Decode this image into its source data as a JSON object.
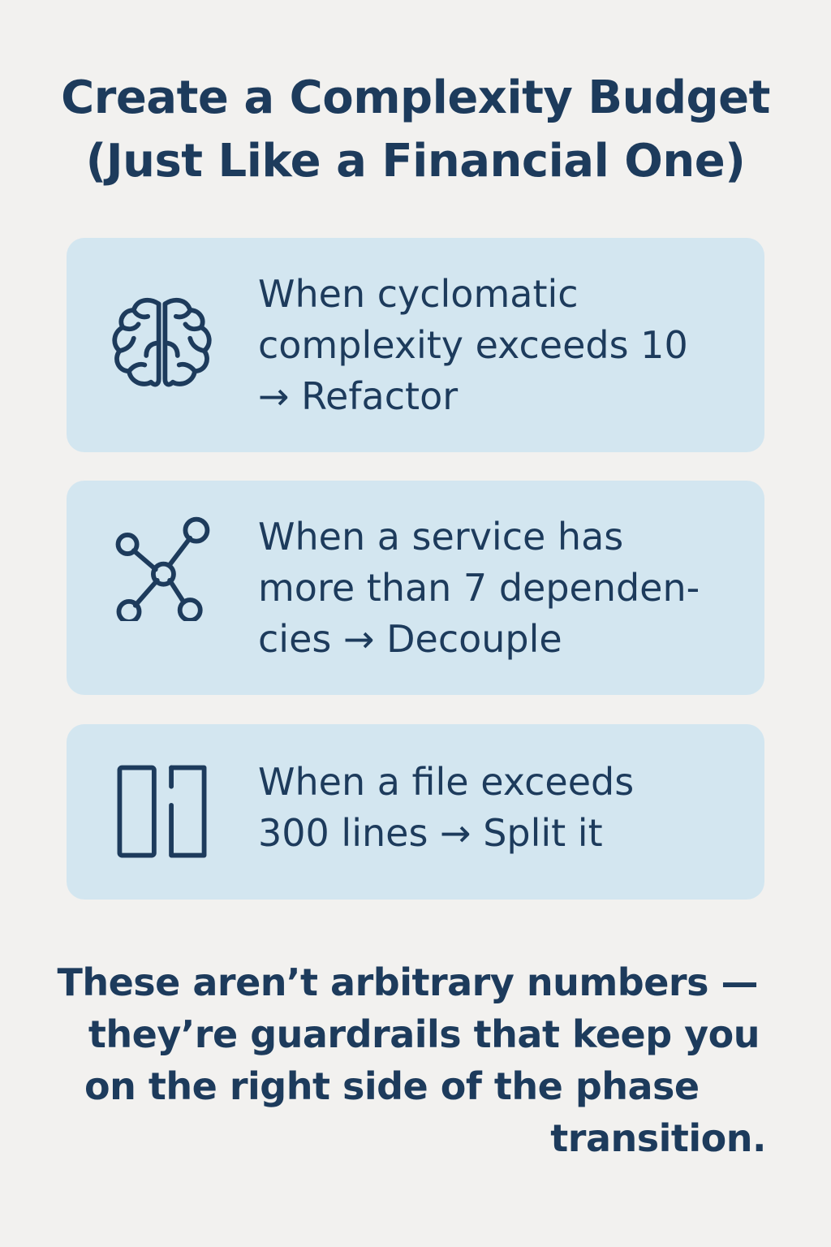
{
  "title": {
    "line1": "Create a Complexity Budget",
    "line2": "(Just Like a Financial One)"
  },
  "cards": [
    {
      "icon": "brain-icon",
      "lines": [
        "When cyclomatic",
        "complexity exceeds 10",
        "→ Refactor"
      ]
    },
    {
      "icon": "network-nodes-icon",
      "lines": [
        "When a service has",
        "more than 7 dependen-",
        "cies → Decouple"
      ]
    },
    {
      "icon": "split-file-icon",
      "lines": [
        "When a file exceeds",
        "300 lines → Split it"
      ]
    }
  ],
  "footer": {
    "lines": [
      "These aren’t arbitrary numbers —",
      "they’re guardrails that keep you",
      "on the right side of the phase",
      "transition."
    ]
  },
  "colors": {
    "background": "#f2f1ef",
    "card": "#d3e6f0",
    "text": "#1d3b5c"
  }
}
